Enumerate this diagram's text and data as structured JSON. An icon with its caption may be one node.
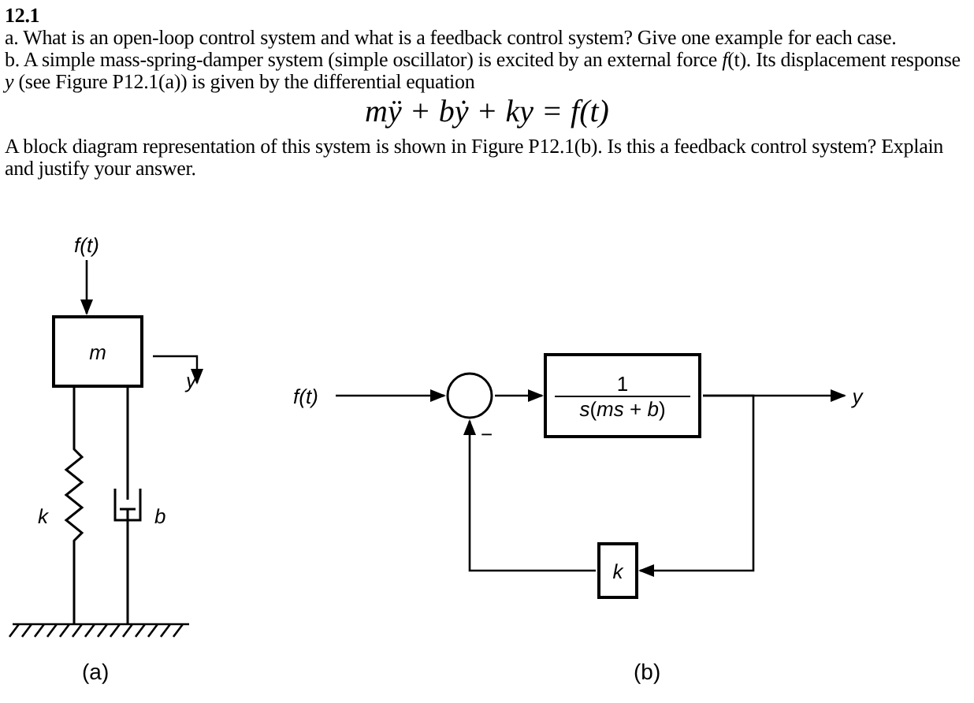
{
  "diagram": {
    "title": "12.1",
    "nodes": [
      {
        "text": [
          "*f*(*t*)"
        ]
      },
      {
        "text": [
          "*m*"
        ]
      },
      {
        "text": [
          "*f*(*t*)"
        ]
      },
      {
        "text": [],
        "shape": "circle"
      },
      {
        "text": [
          "1",
          "*s*(*ms* + *b*)"
        ]
      },
      {
        "text": [
          "*y*"
        ]
      },
      {
        "text": [
          "*k*"
        ]
      }
    ],
    "edges": [
      {
        "from": 0,
        "to": 1,
        "arrow": "to"
      },
      {
        "from": 2,
        "to": 3,
        "arrow": "to"
      },
      {
        "from": 3,
        "to": 4,
        "arrow": "to"
      },
      {
        "from": 4,
        "to": 5,
        "arrow": "to"
      },
      {
        "from": 4,
        "to": 6,
        "arrow": "to"
      },
      {
        "from": 6,
        "to": 3,
        "arrow": "to"
      }
    ],
    "labels": [
      "a. What is an open-loop control system and what is a feedback control system? Give one example for each case.",
      "b. A simple mass-spring-damper system (simple oscillator) is excited by an external force *f*(t). Its displacement response *y* (see Figure P12.1(a)) is given by the differential equation",
      "*mÿ* + *bẏ* + *ky* = *f*(*t*)",
      "A block diagram representation of this system is shown in Figure P12.1(b). Is this a feedback control system? Explain and justify your answer.",
      "*y*",
      "*k*",
      "*b*",
      "−",
      "(a)",
      "(b)"
    ]
  }
}
